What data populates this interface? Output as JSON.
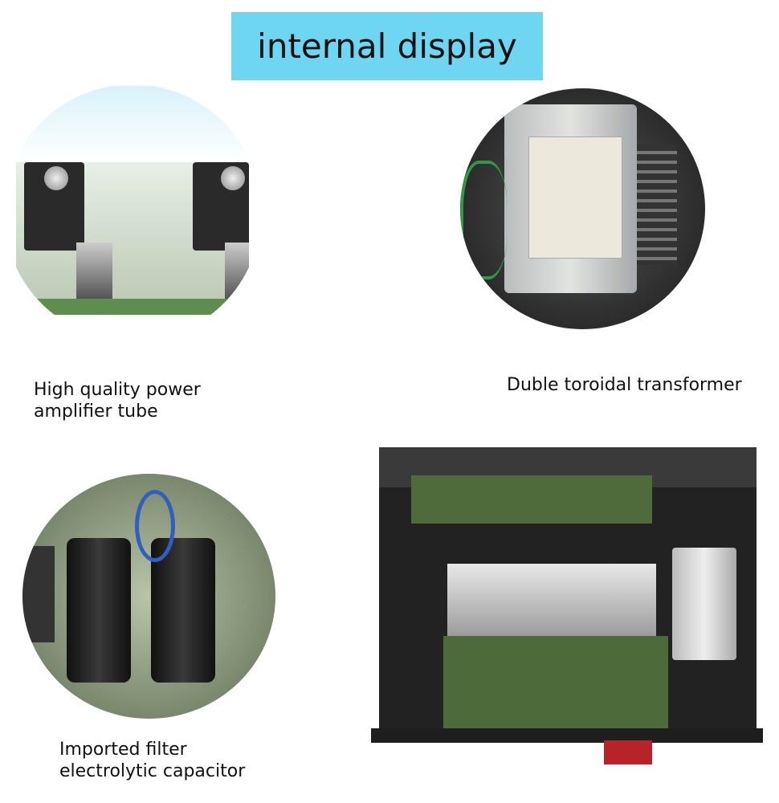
{
  "title": "internal display",
  "captions": {
    "amplifier_tube": [
      "High quality power",
      "amplifier tube"
    ],
    "transformer": "Duble toroidal transformer",
    "capacitor": [
      "Imported filter",
      "electrolytic capacitor"
    ]
  },
  "colors": {
    "title_bg": "#6fd6f2",
    "text": "#111111"
  }
}
